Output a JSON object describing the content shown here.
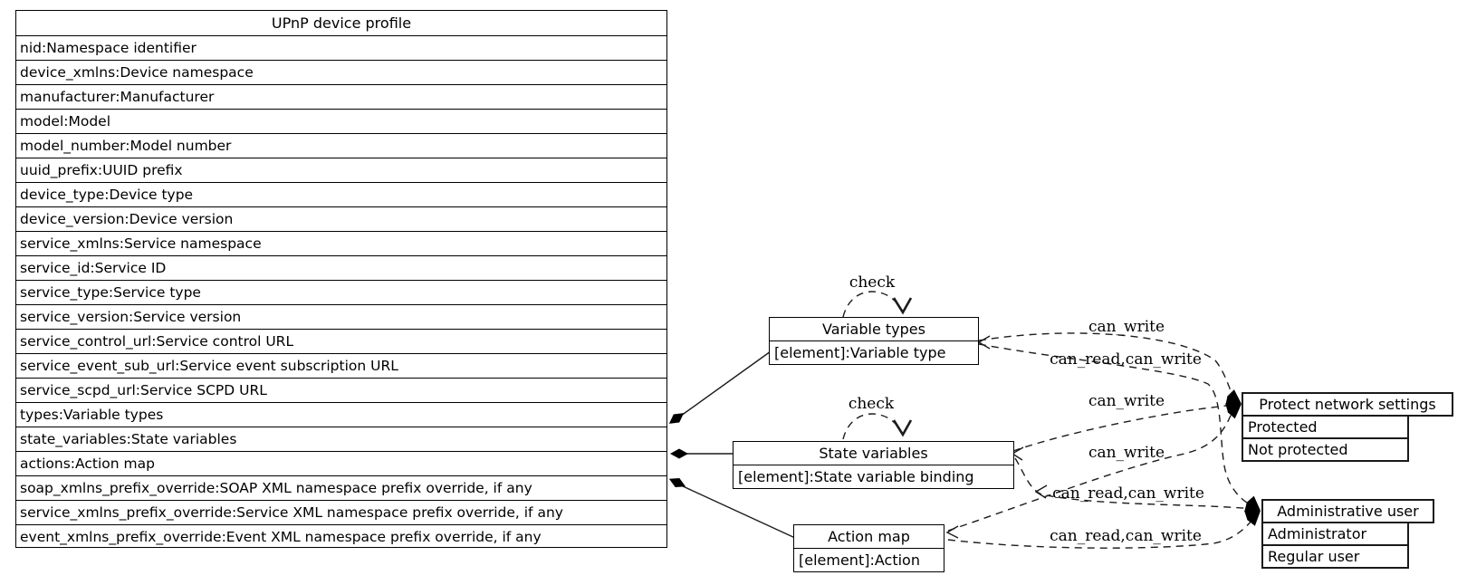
{
  "device_profile": {
    "title": "UPnP device profile",
    "rows": [
      "nid:Namespace identifier",
      "device_xmlns:Device namespace",
      "manufacturer:Manufacturer",
      "model:Model",
      "model_number:Model number",
      "uuid_prefix:UUID prefix",
      "device_type:Device type",
      "device_version:Device version",
      "service_xmlns:Service namespace",
      "service_id:Service ID",
      "service_type:Service type",
      "service_version:Service version",
      "service_control_url:Service control URL",
      "service_event_sub_url:Service event subscription URL",
      "service_scpd_url:Service SCPD URL",
      "types:Variable types",
      "state_variables:State variables",
      "actions:Action map",
      "soap_xmlns_prefix_override:SOAP XML namespace prefix override, if any",
      "service_xmlns_prefix_override:Service XML namespace prefix override, if any",
      "event_xmlns_prefix_override:Event XML namespace prefix override, if any"
    ]
  },
  "nodes": {
    "variable_types": {
      "title": "Variable types",
      "rows": [
        "[element]:Variable type"
      ]
    },
    "state_variables": {
      "title": "State variables",
      "rows": [
        "[element]:State variable binding"
      ]
    },
    "action_map": {
      "title": "Action map",
      "rows": [
        "[element]:Action"
      ]
    },
    "protect_network_settings": {
      "title": "Protect network settings",
      "rows": [
        "Protected",
        "Not protected"
      ]
    },
    "administrative_user": {
      "title": "Administrative user",
      "rows": [
        "Administrator",
        "Regular user"
      ]
    }
  },
  "edge_labels": {
    "check_variable_types": "check",
    "check_state_variables": "check",
    "vt_pns": "can_write",
    "vt_au": "can_read,can_write",
    "sv_pns": "can_write",
    "am_pns": "can_write",
    "sv_au": "can_read,can_write",
    "am_au": "can_read,can_write"
  },
  "edges": [
    {
      "from": "types:Variable types",
      "to": "Variable types",
      "style": "solid-diamond"
    },
    {
      "from": "state_variables:State variables",
      "to": "State variables",
      "style": "solid-diamond"
    },
    {
      "from": "actions:Action map",
      "to": "Action map",
      "style": "solid-diamond"
    },
    {
      "from": "Variable types",
      "to": "Variable types",
      "label": "check",
      "style": "dashed"
    },
    {
      "from": "State variables",
      "to": "State variables",
      "label": "check",
      "style": "dashed"
    },
    {
      "from": "Variable types",
      "to": "Protect network settings",
      "label": "can_write",
      "style": "dashed"
    },
    {
      "from": "Variable types",
      "to": "Administrative user",
      "label": "can_read,can_write",
      "style": "dashed"
    },
    {
      "from": "State variables",
      "to": "Protect network settings",
      "label": "can_write",
      "style": "dashed"
    },
    {
      "from": "Action map",
      "to": "Protect network settings",
      "label": "can_write",
      "style": "dashed"
    },
    {
      "from": "State variables",
      "to": "Administrative user",
      "label": "can_read,can_write",
      "style": "dashed"
    },
    {
      "from": "Action map",
      "to": "Administrative user",
      "label": "can_read,can_write",
      "style": "dashed"
    }
  ],
  "colors": {
    "line": "#1c1c1c",
    "background": "#ffffff",
    "text": "#000000"
  }
}
